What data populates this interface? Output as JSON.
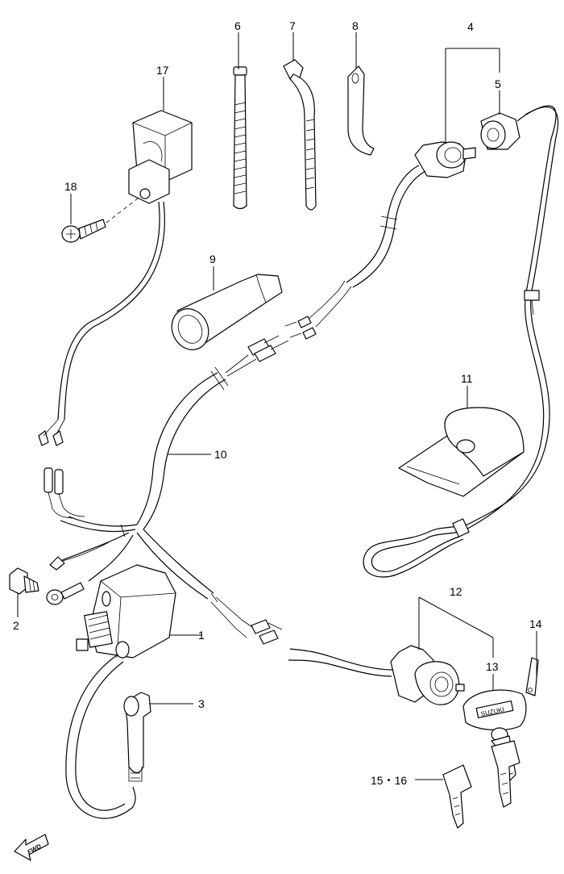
{
  "callouts": {
    "c1": "1",
    "c2": "2",
    "c3": "3",
    "c4": "4",
    "c5": "5",
    "c6": "6",
    "c7": "7",
    "c8": "8",
    "c9": "9",
    "c10": "10",
    "c11": "11",
    "c12": "12",
    "c13": "13",
    "c14": "14",
    "c15_16": "15・16",
    "c17": "17",
    "c18": "18"
  },
  "fwd_label": "FWD",
  "key_brand": "SUZUKI"
}
